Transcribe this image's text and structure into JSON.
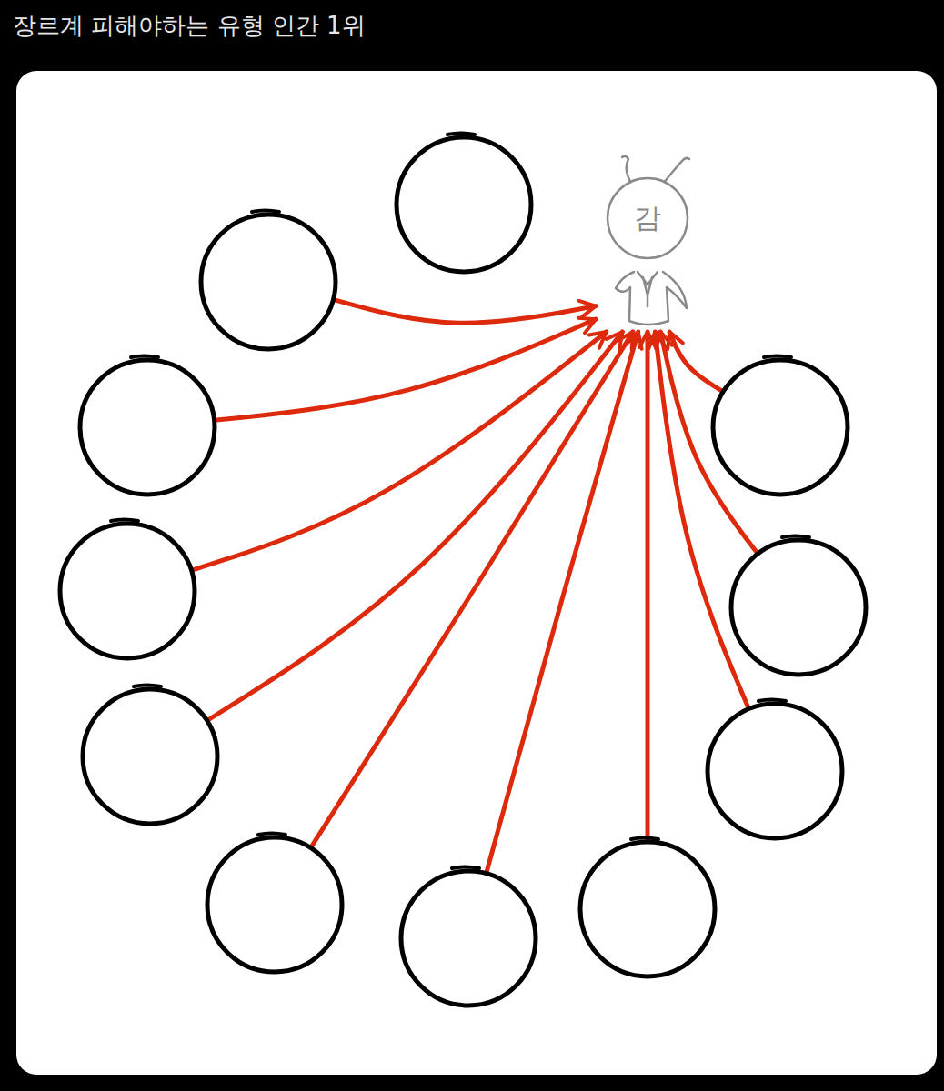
{
  "diagram": {
    "title": "장르계 피해야하는 유형 인간 1위",
    "nodes": [
      {
        "text": []
      },
      {
        "text": [
          "감"
        ]
      },
      {
        "text": []
      },
      {
        "text": []
      },
      {
        "text": []
      },
      {
        "text": []
      },
      {
        "text": []
      },
      {
        "text": []
      },
      {
        "text": []
      },
      {
        "text": []
      },
      {
        "text": []
      },
      {
        "text": []
      }
    ],
    "edges": [
      {
        "from": 2,
        "to": 1,
        "arrow": "to"
      },
      {
        "from": 3,
        "to": 1,
        "arrow": "to"
      },
      {
        "from": 4,
        "to": 1,
        "arrow": "to"
      },
      {
        "from": 5,
        "to": 1,
        "arrow": "to"
      },
      {
        "from": 6,
        "to": 1,
        "arrow": "to"
      },
      {
        "from": 7,
        "to": 1,
        "arrow": "to"
      },
      {
        "from": 8,
        "to": 1,
        "arrow": "to"
      },
      {
        "from": 9,
        "to": 1,
        "arrow": "to"
      },
      {
        "from": 10,
        "to": 1,
        "arrow": "to"
      },
      {
        "from": 11,
        "to": 1,
        "arrow": "to"
      }
    ]
  }
}
